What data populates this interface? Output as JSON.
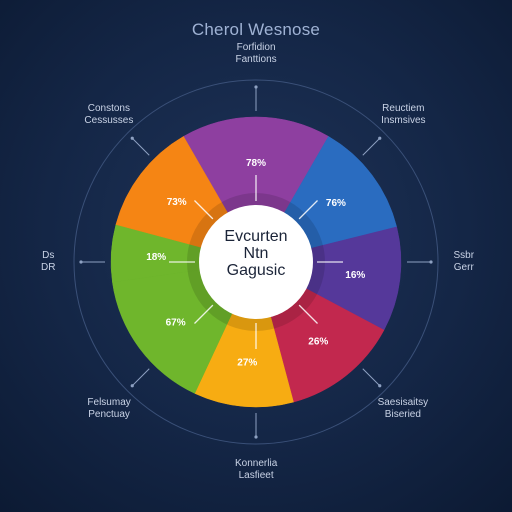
{
  "title": "Cherol Wesnose",
  "center": {
    "line1": "Evcurten",
    "line2": "Ntn",
    "line3": "Gagusic"
  },
  "colors": {
    "purple": "#8e3fa0",
    "blue": "#2a6cc0",
    "indigo": "#55389a",
    "crimson": "#c2284e",
    "yellow": "#f7ac12",
    "green": "#6fb62c",
    "orange": "#f58514"
  },
  "segments": [
    {
      "label": "78%",
      "value": 78,
      "start": -30,
      "end": 30,
      "color": "#8e3fa0"
    },
    {
      "label": "76%",
      "value": 76,
      "start": 30,
      "end": 76,
      "color": "#2a6cc0"
    },
    {
      "label": "16%",
      "value": 16,
      "start": 76,
      "end": 118,
      "color": "#55389a"
    },
    {
      "label": "26%",
      "value": 26,
      "start": 118,
      "end": 165,
      "color": "#c2284e"
    },
    {
      "label": "27%",
      "value": 27,
      "start": 165,
      "end": 205,
      "color": "#f7ac12"
    },
    {
      "label": "67%",
      "value": 67,
      "start": 205,
      "end": 262,
      "color": "#6fb62c"
    },
    {
      "label": "18%",
      "value": 18,
      "start": 262,
      "end": 285,
      "color": "#6fb62c"
    },
    {
      "label": "73%",
      "value": 73,
      "start": 285,
      "end": 330,
      "color": "#f58514"
    }
  ],
  "outer_labels": [
    {
      "line1": "Forfidion",
      "line2": "Fanttions"
    },
    {
      "line1": "Reuctiem",
      "line2": "Insmsives"
    },
    {
      "line1": "Ssbr",
      "line2": "Gerr"
    },
    {
      "line1": "Saesisaitsy",
      "line2": "Biseried"
    },
    {
      "line1": "Konnerlia",
      "line2": "Lasfieet"
    },
    {
      "line1": "Felsumay",
      "line2": "Penctuay"
    },
    {
      "line1": "Ds",
      "line2": "DR"
    },
    {
      "line1": "Constons",
      "line2": "Cessusses"
    }
  ]
}
